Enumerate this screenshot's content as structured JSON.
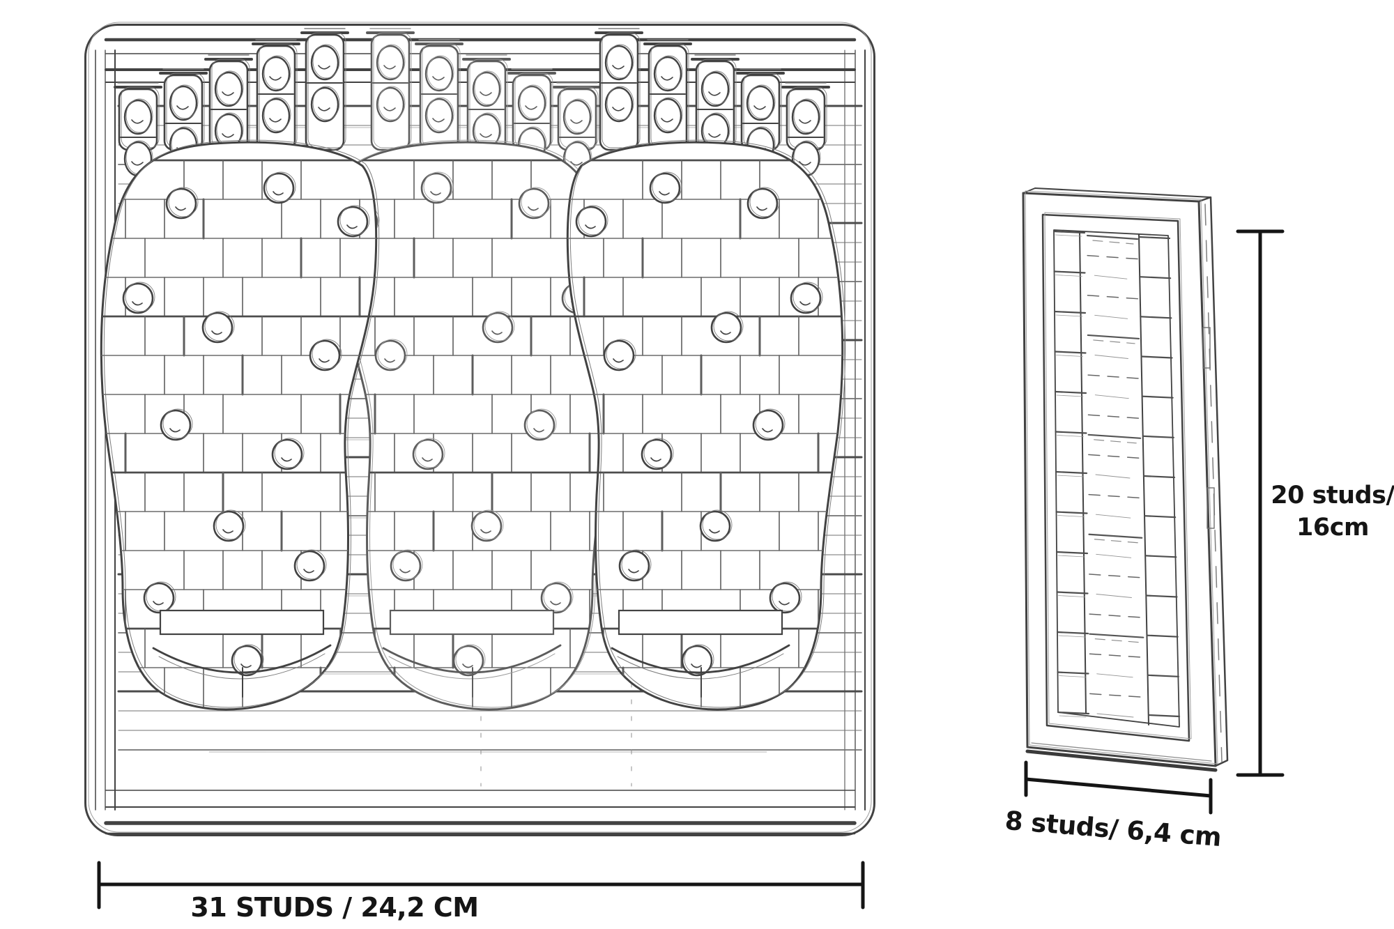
{
  "labels": {
    "front_width": "31 STUDS / 24,2 CM",
    "side_height_line1": "20 studs/",
    "side_height_line2": "16cm",
    "side_width": "8 studs/ 6,4 cm"
  },
  "colors": {
    "background": "#ffffff",
    "sketch_ink": "#424242",
    "sketch_ink_light": "#8a8a8a",
    "dimension_ink": "#151515"
  }
}
